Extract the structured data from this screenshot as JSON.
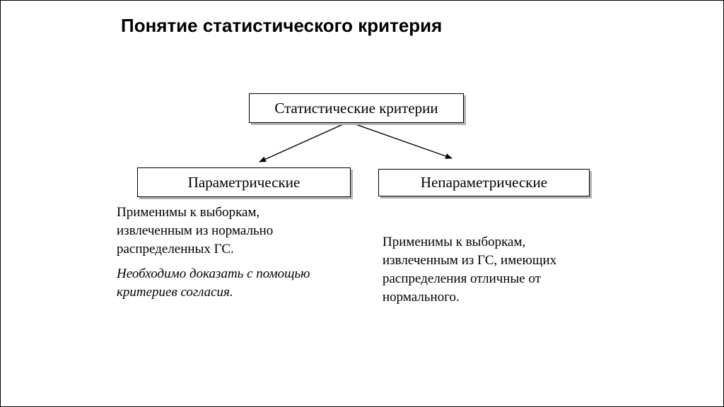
{
  "title": "Понятие статистического критерия",
  "root": {
    "label": "Статистические критерии"
  },
  "branches": [
    {
      "label": "Параметрические",
      "description": [
        "Применимы к выборкам,",
        "извлеченным из нормально",
        "распределенных ГС."
      ],
      "note": [
        "Необходимо доказать с помощью",
        "критериев согласия."
      ]
    },
    {
      "label": "Непараметрические",
      "description": [
        "Применимы к выборкам,",
        "извлеченным из ГС, имеющих",
        "распределения отличные от",
        "нормального."
      ]
    }
  ]
}
